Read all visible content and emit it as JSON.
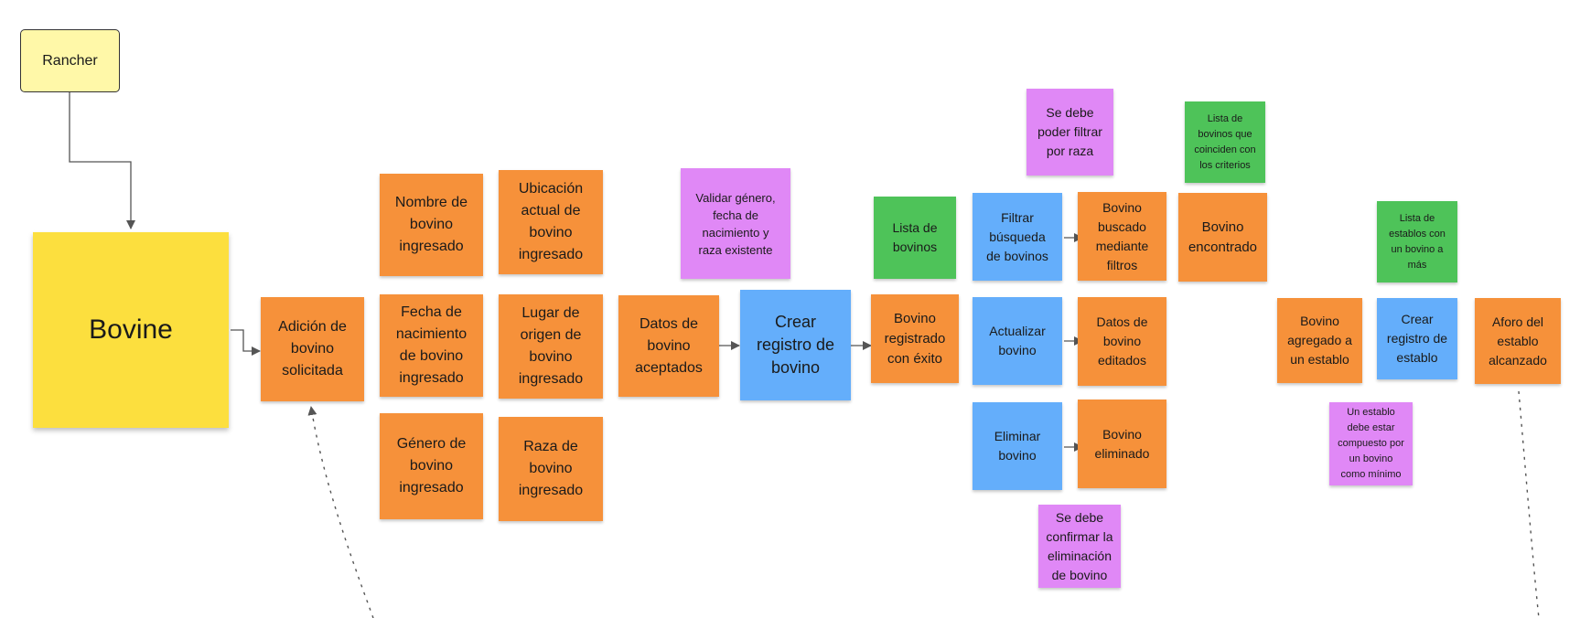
{
  "actor": {
    "label": "Rancher"
  },
  "aggregate": {
    "label": "Bovine"
  },
  "events": {
    "adicion": "Adición de\nbovino\nsolicitada",
    "nombre": "Nombre de\nbovino\ningresado",
    "fecha": "Fecha de\nnacimiento\nde bovino\ningresado",
    "genero": "Género de\nbovino\ningresado",
    "ubicacion": "Ubicación\nactual de\nbovino\ningresado",
    "lugar": "Lugar de\norigen de\nbovino\ningresado",
    "raza": "Raza de\nbovino\ningresado",
    "datos_aceptados": "Datos de\nbovino\naceptados",
    "registrado": "Bovino\nregistrado\ncon éxito",
    "buscado": "Bovino\nbuscado\nmediante\nfiltros",
    "encontrado": "Bovino\nencontrado",
    "editados": "Datos de\nbovino\neditados",
    "eliminado": "Bovino\neliminado",
    "agregado": "Bovino\nagregado a\nun establo",
    "aforo": "Aforo del\nestablo\nalcanzado"
  },
  "commands": {
    "crear_registro": "Crear\nregistro de\nbovino",
    "filtrar": "Filtrar\nbúsqueda\nde bovinos",
    "actualizar": "Actualizar\nbovino",
    "eliminar": "Eliminar\nbovino",
    "crear_establo": "Crear\nregistro de\nestablo"
  },
  "policies": {
    "validar": "Validar género,\nfecha de\nnacimiento y\nraza existente",
    "filtrar_raza": "Se debe\npoder filtrar\npor raza",
    "confirmar": "Se debe\nconfirmar la\neliminación\nde bovino",
    "establo_min": "Un establo\ndebe estar\ncompuesto por\nun bovino\ncomo mínimo"
  },
  "read_models": {
    "lista_bovinos": "Lista de\nbovinos",
    "lista_criterios": "Lista de\nbovinos que\ncoinciden con\nlos criterios",
    "lista_establos": "Lista de\nestablos con\nun bovino a\nmás"
  },
  "colors": {
    "event": "#f6913a",
    "command": "#64aefb",
    "policy": "#e088f6",
    "read_model": "#4ec359",
    "aggregate": "#fcdf3e",
    "actor": "#fff8a8"
  }
}
